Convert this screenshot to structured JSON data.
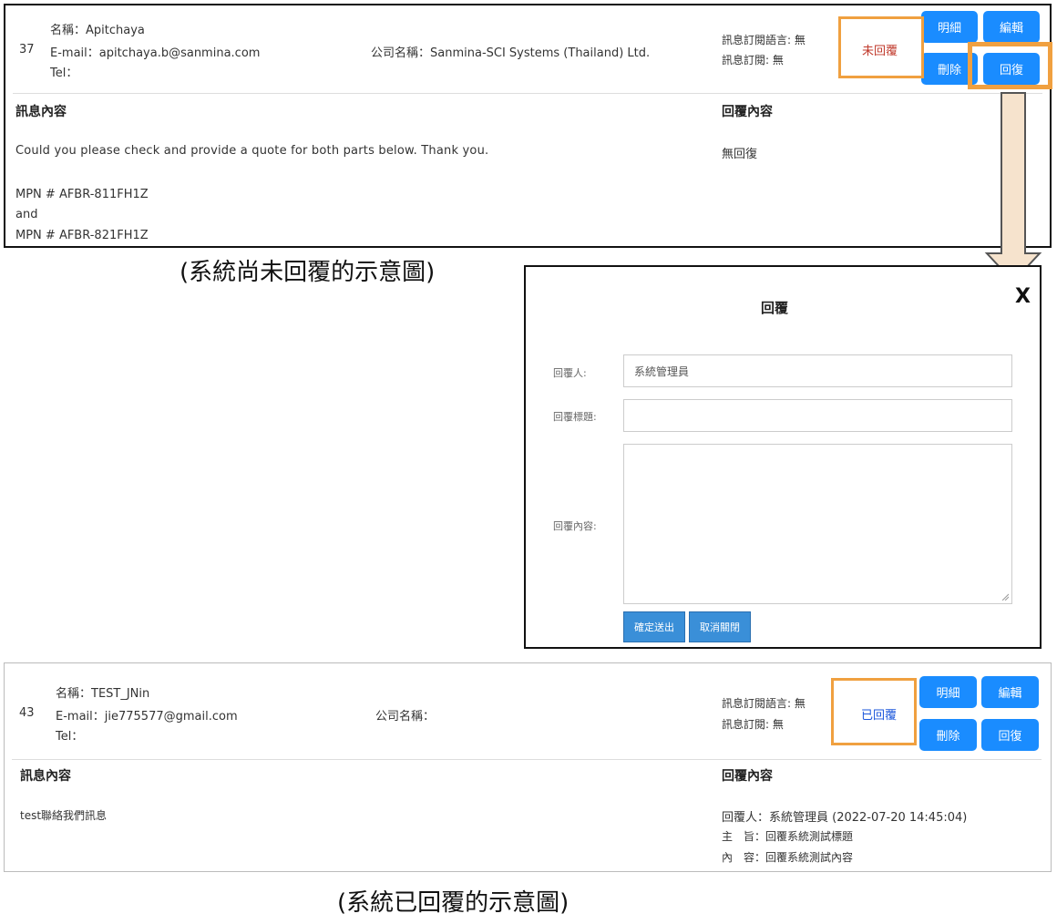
{
  "record1": {
    "id": "37",
    "name_line": "名稱：Apitchaya",
    "email_line": "E-mail：apitchaya.b@sanmina.com",
    "tel_line": "Tel：",
    "company_line": "公司名稱：Sanmina-SCI Systems (Thailand) Ltd.",
    "sub_lang": "訊息訂閱語言: 無",
    "sub": "訊息訂閱: 無",
    "status": "未回覆",
    "status_color": "#c0392b",
    "buttons": {
      "detail": "明細",
      "edit": "編輯",
      "delete": "刪除",
      "reply": "回復"
    },
    "msg_header": "訊息內容",
    "reply_header": "回覆內容",
    "message_lines": [
      "Could you please check and provide a quote for both parts below. Thank you.",
      "MPN # AFBR-811FH1Z",
      "and",
      "MPN # AFBR-821FH1Z"
    ],
    "reply_text": "無回復"
  },
  "caption1": "(系統尚未回覆的示意圖)",
  "modal": {
    "title": "回覆",
    "close": "X",
    "replier_label": "回覆人:",
    "replier_value": "系統管理員",
    "subject_label": "回覆標題:",
    "subject_value": "",
    "content_label": "回覆內容:",
    "content_value": "",
    "submit_label": "確定送出",
    "cancel_label": "取消關閉"
  },
  "record2": {
    "id": "43",
    "name_line": "名稱：TEST_JNin",
    "email_line": "E-mail：jie775577@gmail.com",
    "tel_line": "Tel：",
    "company_line": "公司名稱：",
    "sub_lang": "訊息訂閱語言: 無",
    "sub": "訊息訂閱: 無",
    "status": "已回覆",
    "status_color": "#1a56db",
    "buttons": {
      "detail": "明細",
      "edit": "編輯",
      "delete": "刪除",
      "reply": "回復"
    },
    "msg_header": "訊息內容",
    "reply_header": "回覆內容",
    "message_lines": [
      "test聯絡我們訊息"
    ],
    "reply_lines": [
      "回覆人：系統管理員 (2022-07-20 14:45:04)",
      "主　旨：回覆系統測試標題",
      "內　容：回覆系統測試內容"
    ]
  },
  "caption2": "(系統已回覆的示意圖)",
  "colors": {
    "button": "#1a8cff",
    "highlight": "#f0a040",
    "arrow_fill": "#f6e3cd"
  }
}
